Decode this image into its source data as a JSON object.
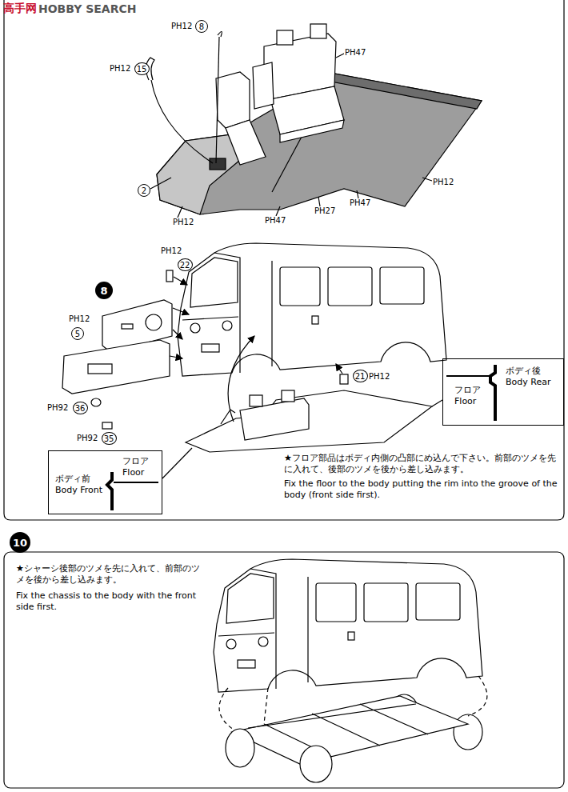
{
  "diagram": {
    "nodes": [
      {
        "text": [
          "15"
        ]
      },
      {
        "text": [
          "8"
        ]
      },
      {
        "text": [
          "2"
        ]
      },
      {
        "text": [
          "22"
        ]
      },
      {
        "text": [
          "8"
        ]
      },
      {
        "text": [
          "5"
        ]
      },
      {
        "text": [
          "36"
        ]
      },
      {
        "text": [
          "35"
        ]
      },
      {
        "text": [
          "21"
        ]
      },
      {
        "text": [
          "ボディ後 Body Rear",
          "フロア Floor"
        ]
      },
      {
        "text": [
          "フロア Floor",
          "ボディ前 Body Front"
        ]
      },
      {
        "text": [
          "10"
        ]
      }
    ],
    "labels": [
      "高手网",
      "HOBBY SEARCH",
      "PH12",
      "PH12",
      "PH47",
      "PH12",
      "PH47",
      "PH27",
      "PH47",
      "PH12",
      "PH12",
      "PH12",
      "PH92",
      "PH92",
      "PH12",
      "★フロア部品はボディ内側の凸部にめ込んで下さい。前部のツメを先に入れて、後部のツメを後から差し込みます。",
      "Fix the floor to the body putting the rim into the groove of the body (front side first).",
      "★シャーシ後部のツメを先に入れて、前部のツメを後から差し込みます。",
      "Fix the chassis to the body with the front side first."
    ]
  }
}
